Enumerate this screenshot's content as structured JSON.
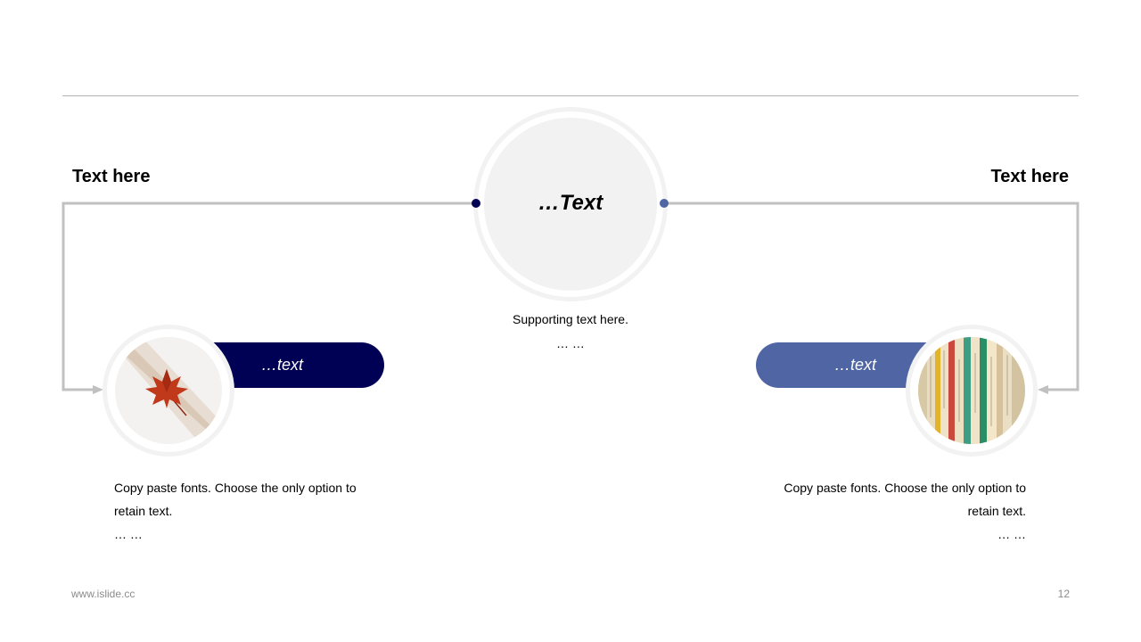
{
  "headings": {
    "left": "Text here",
    "right": "Text here"
  },
  "center": {
    "title": "…Text",
    "supporting": "Supporting text here.",
    "dots": "… …"
  },
  "left_item": {
    "pill_label": "…text",
    "photo_icon": "maple-leaf-photo",
    "body": "Copy paste fonts. Choose the only option to retain text.",
    "dots": "… …"
  },
  "right_item": {
    "pill_label": "…text",
    "photo_icon": "books-photo",
    "body": "Copy paste fonts. Choose the only option to retain text.",
    "dots": "… …"
  },
  "footer": {
    "website": "www.islide.cc",
    "page_number": "12"
  },
  "colors": {
    "navy": "#000054",
    "blue": "#5066a4",
    "connector_gray": "#c0c0c0",
    "circle_fill": "#f2f2f2",
    "footer_gray": "#8c8c8c"
  }
}
